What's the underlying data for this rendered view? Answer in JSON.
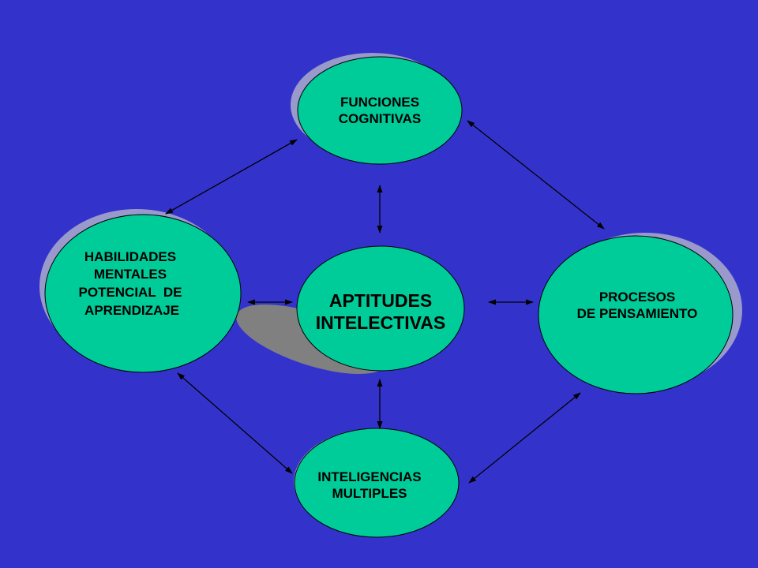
{
  "colors": {
    "background": "#3333cc",
    "node_fill": "#00cc99",
    "node_shadow": "#9999cc",
    "center_shadow": "#808080",
    "stroke": "#000000"
  },
  "nodes": {
    "funciones": {
      "lines": [
        "FUNCIONES",
        "COGNITIVAS"
      ]
    },
    "habilidades": {
      "lines": [
        "HABILIDADES",
        "MENTALES",
        "POTENCIAL  DE",
        " APRENDIZAJE"
      ]
    },
    "aptitudes": {
      "lines": [
        "APTITUDES",
        "INTELECTIVAS"
      ]
    },
    "procesos": {
      "lines": [
        "PROCESOS",
        "DE PENSAMIENTO"
      ]
    },
    "inteligencias": {
      "lines": [
        "INTELIGENCIAS",
        "MULTIPLES"
      ]
    }
  }
}
